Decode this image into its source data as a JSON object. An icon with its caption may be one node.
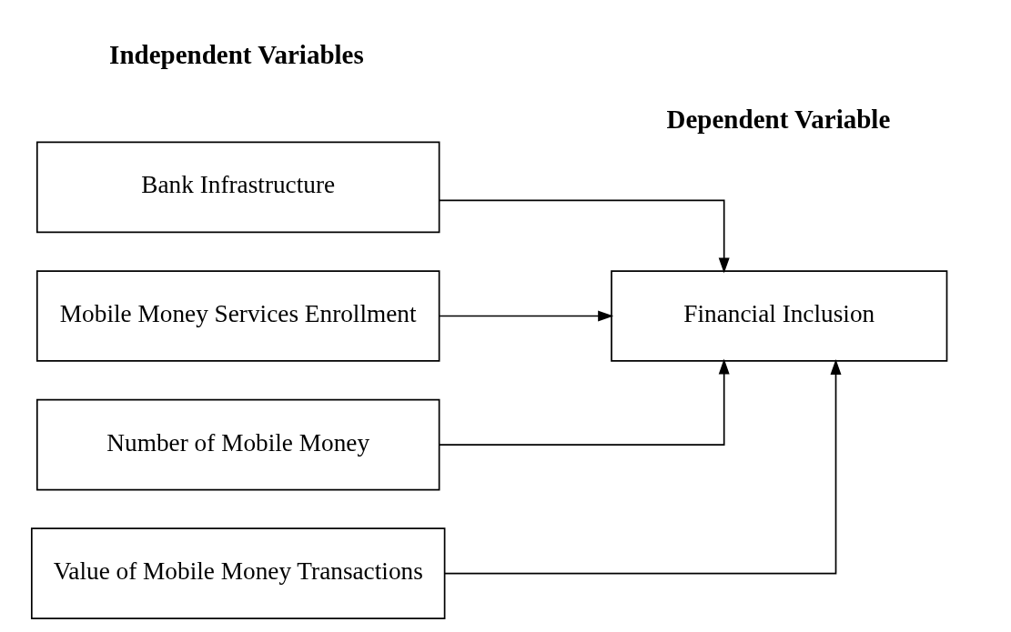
{
  "diagram": {
    "nodes": [
      {
        "text": [
          "Bank Infrastructure"
        ]
      },
      {
        "text": [
          "Mobile Money Services Enrollment"
        ]
      },
      {
        "text": [
          "Number of Mobile Money"
        ]
      },
      {
        "text": [
          "Value of Mobile Money Transactions"
        ]
      },
      {
        "text": [
          "Financial Inclusion"
        ]
      }
    ],
    "edges": [
      {
        "from": 0,
        "to": 4,
        "arrow": "to"
      },
      {
        "from": 1,
        "to": 4,
        "arrow": "to"
      },
      {
        "from": 2,
        "to": 4,
        "arrow": "to"
      },
      {
        "from": 3,
        "to": 4,
        "arrow": "to"
      }
    ],
    "labels": [
      "Independent Variables",
      "Dependent Variable"
    ]
  }
}
